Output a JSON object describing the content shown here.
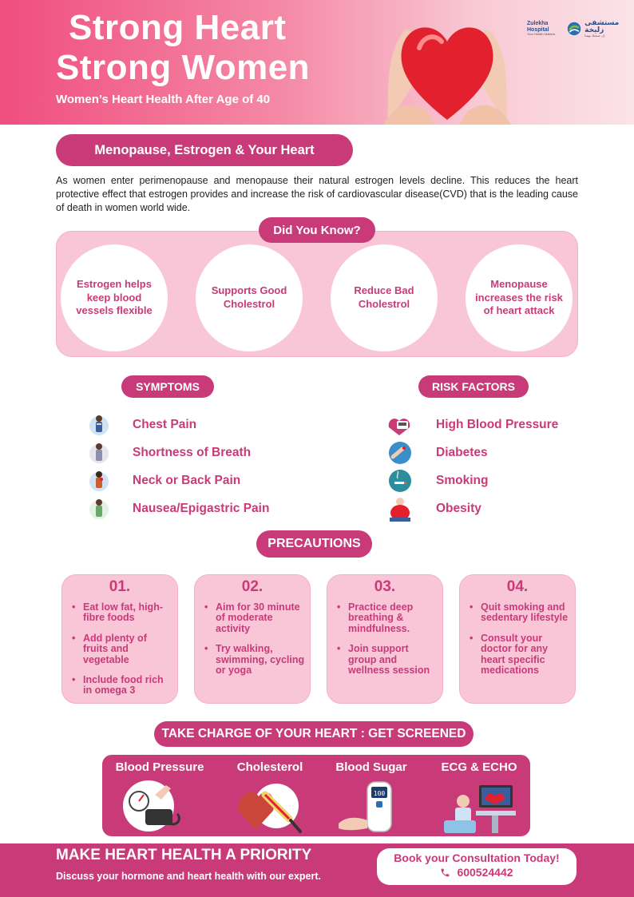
{
  "header": {
    "title_line1": "Strong Heart",
    "title_line2": "Strong Women",
    "subtitle": "Women’s Heart Health After Age of 40",
    "logo_en": "Zulekha Hospital",
    "logo_en_tag": "Your Health Matters",
    "logo_ar": "مستشفى زليخة",
    "logo_ar_tag": "إن صحتك تهمنا"
  },
  "menopause": {
    "heading": "Menopause, Estrogen & Your Heart",
    "body": "As women enter perimenopause and menopause their natural estrogen levels decline. This reduces the heart protective effect that estrogen provides and increase the risk of cardiovascular disease(CVD) that is the leading cause of death in women world wide."
  },
  "did_you_know": {
    "heading": "Did You Know?",
    "facts": [
      "Estrogen helps keep blood vessels flexible",
      "Supports Good Cholestrol",
      "Reduce Bad Cholestrol",
      "Menopause increases the risk of heart attack"
    ]
  },
  "symptoms": {
    "heading": "SYMPTOMS",
    "items": [
      "Chest Pain",
      "Shortness of Breath",
      "Neck or Back Pain",
      "Nausea/Epigastric Pain"
    ]
  },
  "risk_factors": {
    "heading": "RISK FACTORS",
    "items": [
      "High Blood Pressure",
      "Diabetes",
      "Smoking",
      "Obesity"
    ]
  },
  "precautions": {
    "heading": "PRECAUTIONS",
    "cards": [
      {
        "num": "01.",
        "items": [
          "Eat low fat, high-fibre foods",
          "Add plenty of fruits and vegetable",
          "Include food rich in omega 3"
        ]
      },
      {
        "num": "02.",
        "items": [
          "Aim for 30 minute of moderate activity",
          "Try walking, swimming, cycling or yoga"
        ]
      },
      {
        "num": "03.",
        "items": [
          "Practice deep breathing & mindfulness.",
          "Join support group and wellness session"
        ]
      },
      {
        "num": "04.",
        "items": [
          "Quit smoking and sedentary lifestyle",
          "Consult your doctor for any heart specific medications"
        ]
      }
    ]
  },
  "screening": {
    "heading": "TAKE CHARGE OF YOUR HEART : GET SCREENED",
    "items": [
      "Blood Pressure",
      "Cholesterol",
      "Blood Sugar",
      "ECG & ECHO"
    ],
    "glucometer_reading": "100"
  },
  "footer": {
    "title": "MAKE HEART HEALTH A PRIORITY",
    "subtitle": "Discuss your hormone and heart health with our expert.",
    "cta": "Book your Consultation Today!",
    "phone": "600524442"
  },
  "colors": {
    "primary": "#c93a78",
    "light_pink": "#f9c6d8",
    "header_start": "#f04e7f",
    "header_end": "#fbe3e8"
  }
}
